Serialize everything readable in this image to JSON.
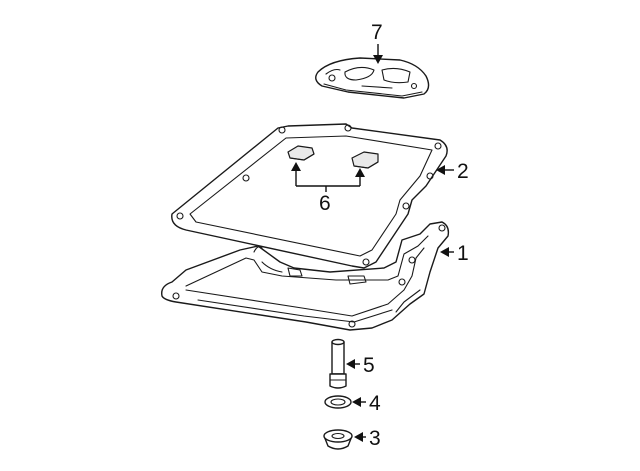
{
  "callouts": {
    "c1": "1",
    "c2": "2",
    "c3": "3",
    "c4": "4",
    "c5": "5",
    "c6": "6",
    "c7": "7"
  },
  "colors": {
    "line": "#1a1a1a",
    "background": "#ffffff",
    "shading": "#e9e9e9"
  }
}
